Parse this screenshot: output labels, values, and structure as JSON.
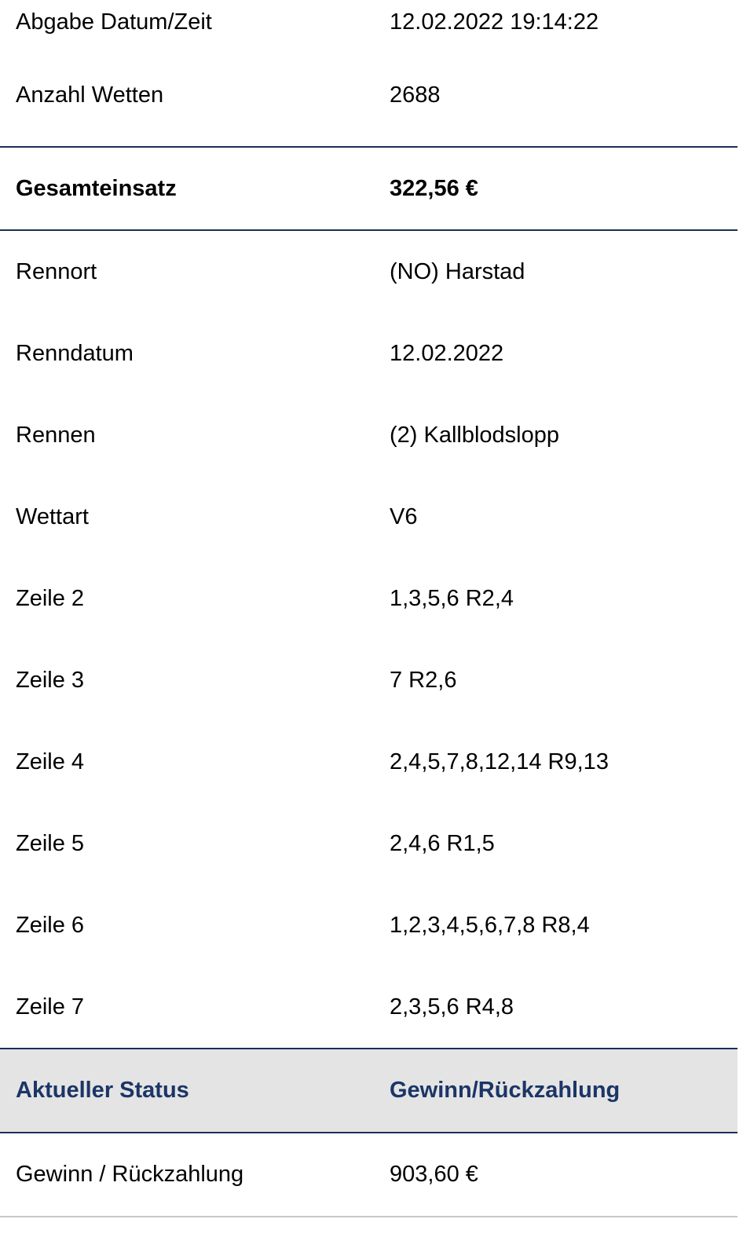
{
  "summary": {
    "submitted": {
      "label": "Abgabe Datum/Zeit",
      "value": "12.02.2022 19:14:22"
    },
    "bet_count": {
      "label": "Anzahl Wetten",
      "value": "2688"
    },
    "total_stake": {
      "label": "Gesamteinsatz",
      "value": "322,56 €"
    }
  },
  "race": {
    "venue": {
      "label": "Rennort",
      "value": "(NO) Harstad"
    },
    "date": {
      "label": "Renndatum",
      "value": "12.02.2022"
    },
    "race": {
      "label": "Rennen",
      "value": "(2) Kallblodslopp"
    },
    "bet_type": {
      "label": "Wettart",
      "value": "V6"
    }
  },
  "lines": [
    {
      "label": "Zeile 2",
      "value": "1,3,5,6 R2,4"
    },
    {
      "label": "Zeile 3",
      "value": "7 R2,6"
    },
    {
      "label": "Zeile 4",
      "value": "2,4,5,7,8,12,14 R9,13"
    },
    {
      "label": "Zeile 5",
      "value": "2,4,6 R1,5"
    },
    {
      "label": "Zeile 6",
      "value": "1,2,3,4,5,6,7,8 R8,4"
    },
    {
      "label": "Zeile 7",
      "value": "2,3,5,6 R4,8"
    }
  ],
  "status": {
    "label": "Aktueller Status",
    "value": "Gewinn/Rückzahlung"
  },
  "payout": {
    "label": "Gewinn / Rückzahlung",
    "value": "903,60 €"
  },
  "colors": {
    "navy_rule": "#1b2f5a",
    "status_background": "#e4e4e4",
    "status_text": "#1b3566"
  }
}
